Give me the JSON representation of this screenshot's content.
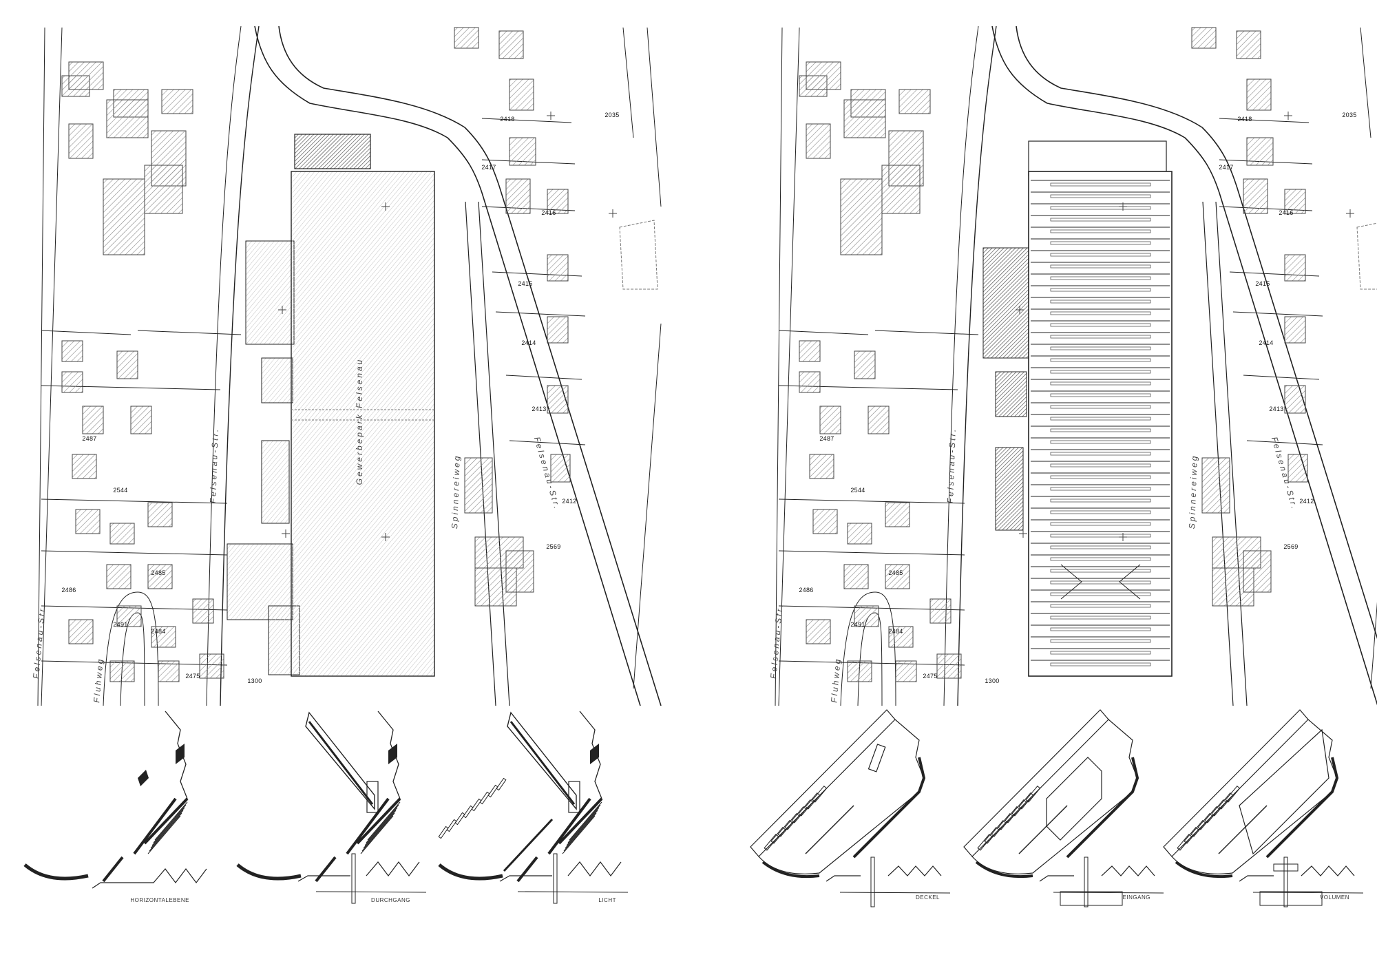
{
  "maps": [
    {
      "name": "site-plan-existing",
      "building_label": "Gewerbepark Felsenau",
      "street_labels": [
        "Felsenau-Str.",
        "Felsenau-Str.",
        "Felsenau-Str.",
        "Spinnereiweg",
        "Fluhweg"
      ],
      "parcel_labels": [
        "2035",
        "2418",
        "2417",
        "2416",
        "2415",
        "2414",
        "2413",
        "2412",
        "2569",
        "1300",
        "2544",
        "2487",
        "2485",
        "2484",
        "2486",
        "2491",
        "2475"
      ]
    },
    {
      "name": "site-plan-proposal",
      "building_label": "",
      "street_labels": [
        "Felsenau-Str.",
        "Felsenau-Str.",
        "Felsenau-Str.",
        "Spinnereiweg",
        "Fluhweg"
      ],
      "parcel_labels": [
        "2035",
        "2418",
        "2417",
        "2416",
        "2415",
        "2414",
        "2413",
        "2412",
        "2569",
        "1300",
        "2544",
        "2487",
        "2485",
        "2484",
        "2486",
        "2491",
        "2475"
      ]
    }
  ],
  "axonometrics": [
    {
      "label": "HORIZONTALEBENE"
    },
    {
      "label": "DURCHGANG"
    },
    {
      "label": "LICHT"
    },
    {
      "label": "DECKEL"
    },
    {
      "label": "EINGANG"
    },
    {
      "label": "VOLUMEN"
    }
  ],
  "colors": {
    "ink": "#222222",
    "hatch": "#9a9a9a",
    "paper": "#ffffff"
  }
}
